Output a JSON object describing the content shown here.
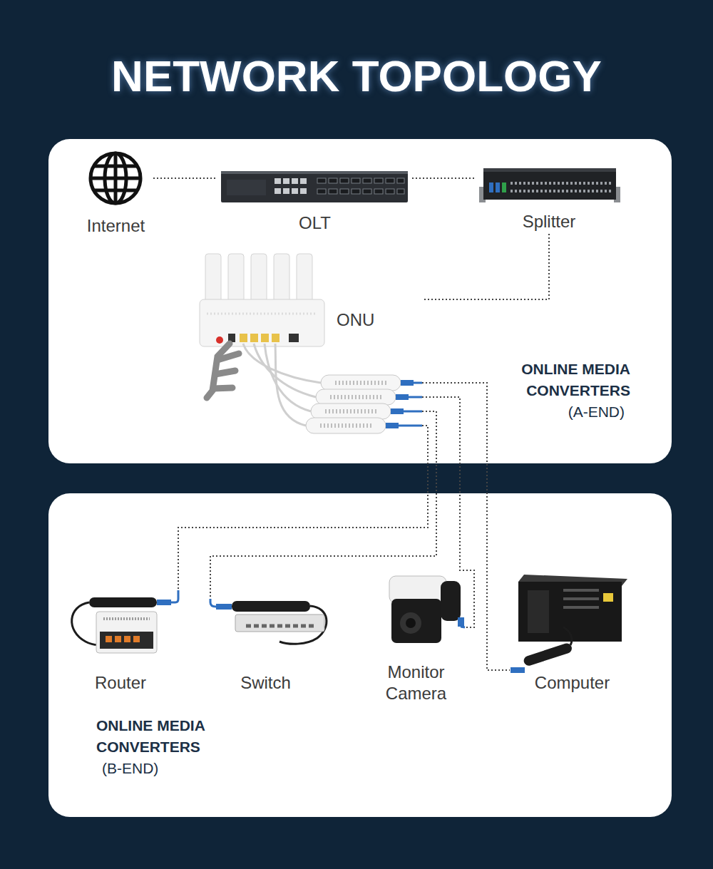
{
  "diagram": {
    "title": "NETWORK TOPOLOGY",
    "nodes": [
      {
        "text": [
          "ONLINE MEDIA CONVERTERS",
          "(A-END)"
        ]
      },
      {
        "text": [
          "Internet"
        ],
        "in": 0
      },
      {
        "text": [
          "OLT"
        ],
        "in": 0
      },
      {
        "text": [
          "Splitter"
        ],
        "in": 0
      },
      {
        "text": [
          "ONU"
        ],
        "in": 0
      },
      {
        "text": [
          "ONLINE MEDIA CONVERTERS",
          "(B-END)"
        ]
      },
      {
        "text": [
          "Router"
        ],
        "in": 5
      },
      {
        "text": [
          "Switch"
        ],
        "in": 5
      },
      {
        "text": [
          "Monitor Camera"
        ],
        "in": 5
      },
      {
        "text": [
          "Computer"
        ],
        "in": 5
      }
    ],
    "edges": [
      {
        "from": 1,
        "to": 2,
        "arrow": "none"
      },
      {
        "from": 2,
        "to": 3,
        "arrow": "none"
      },
      {
        "from": 3,
        "to": 4,
        "arrow": "none"
      },
      {
        "from": 4,
        "to": 9,
        "arrow": "none"
      },
      {
        "from": 4,
        "to": 8,
        "arrow": "none"
      },
      {
        "from": 4,
        "to": 7,
        "arrow": "none"
      },
      {
        "from": 4,
        "to": 6,
        "arrow": "none"
      }
    ]
  }
}
